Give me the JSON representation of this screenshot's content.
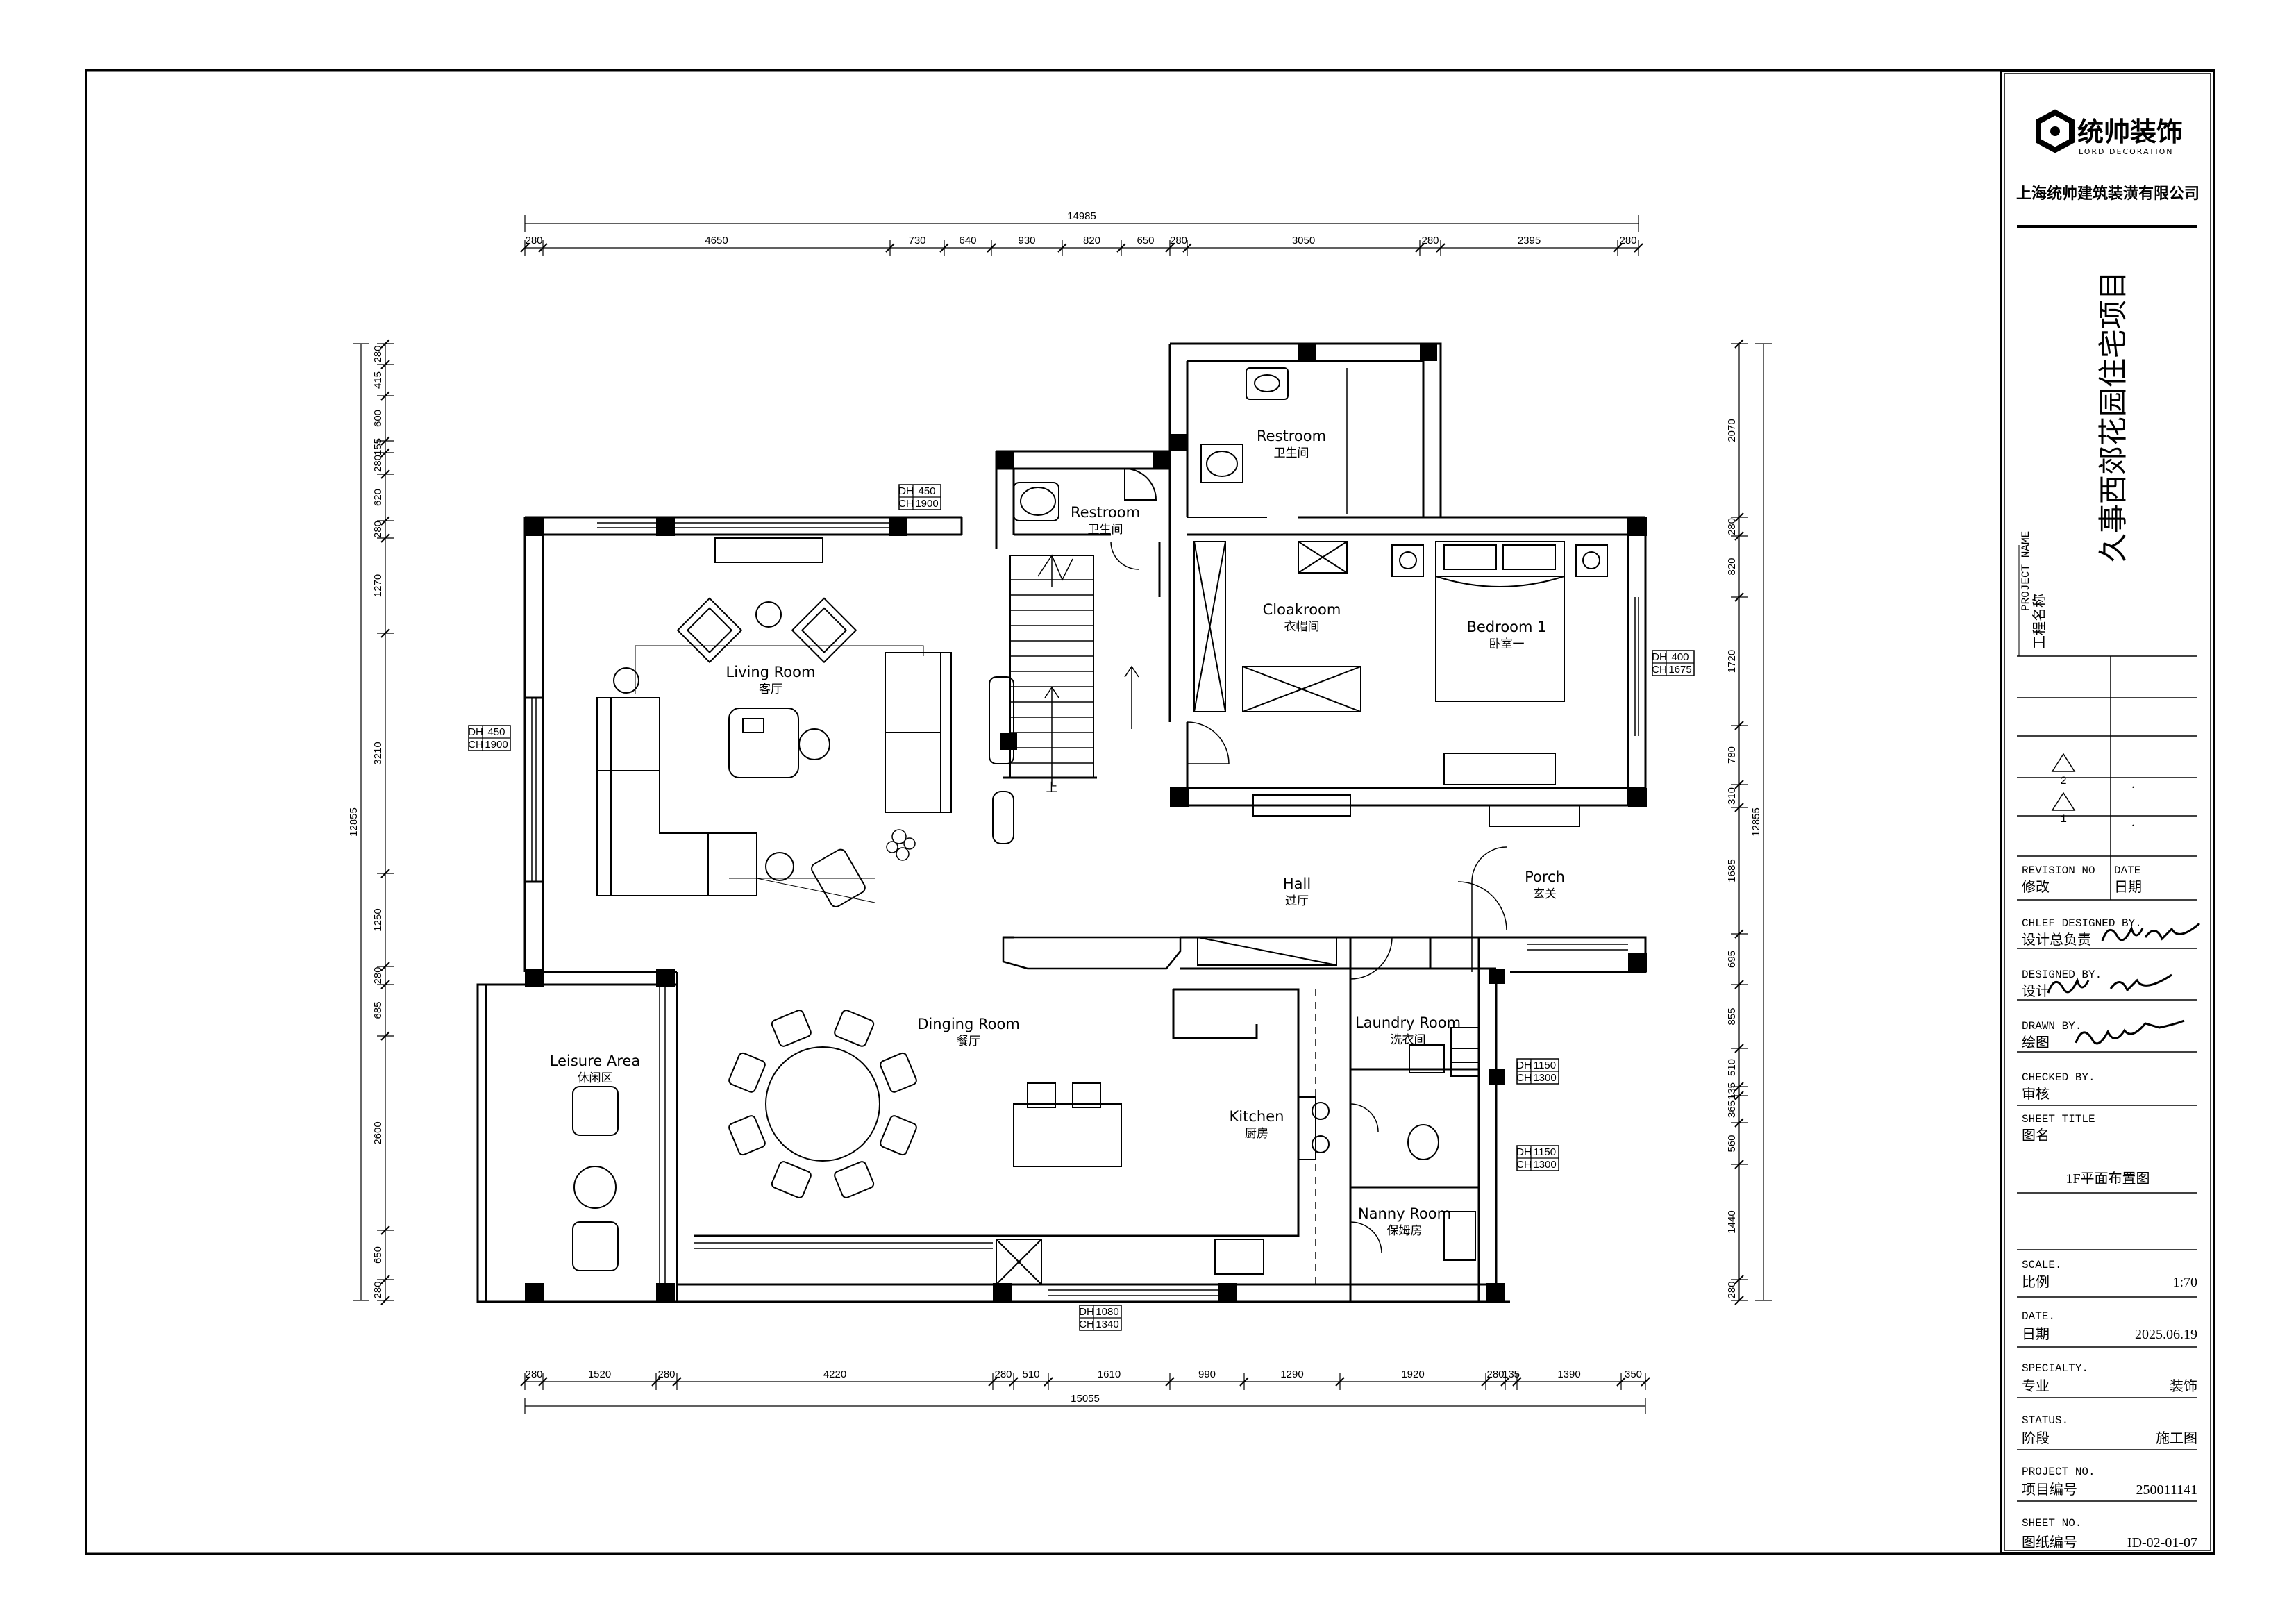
{
  "company": {
    "logo_text": "统帅装饰",
    "logo_sub": "LORD DECORATION",
    "name": "上海统帅建筑装潢有限公司"
  },
  "project": {
    "title": "久事西郊花园住宅项目",
    "label_en": "PROJECT NAME",
    "label_cn": "工程名称"
  },
  "revision": {
    "tri1": "2",
    "tri2": "1",
    "dot1": ".",
    "dot2": ".",
    "label_en": "REVISION NO",
    "label_cn": "修改",
    "date_en": "DATE",
    "date_cn": "日期"
  },
  "titleblock": {
    "chief_en": "CHLEF DESIGNED BY.",
    "chief_cn": "设计总负责",
    "designed_en": "DESIGNED BY.",
    "designed_cn": "设计",
    "drawn_en": "DRAWN BY.",
    "drawn_cn": "绘图",
    "checked_en": "CHECKED BY.",
    "checked_cn": "审核",
    "sheet_title_en": "SHEET TITLE",
    "sheet_title_cn": "图名",
    "sheet_title_value": "1F平面布置图",
    "scale_en": "SCALE.",
    "scale_cn": "比例",
    "scale_value": "1:70",
    "date_en": "DATE.",
    "date_cn": "日期",
    "date_value": "2025.06.19",
    "specialty_en": "SPECIALTY.",
    "specialty_cn": "专业",
    "specialty_value": "装饰",
    "status_en": "STATUS.",
    "status_cn": "阶段",
    "status_value": "施工图",
    "projno_en": "PROJECT NO.",
    "projno_cn": "项目编号",
    "projno_value": "250011141",
    "sheetno_en": "SHEET NO.",
    "sheetno_cn": "图纸编号",
    "sheetno_value": "ID-02-01-07"
  },
  "rooms": {
    "living": {
      "en": "Living Room",
      "cn": "客厅"
    },
    "restroom_a": {
      "en": "Restroom",
      "cn": "卫生间"
    },
    "restroom_b": {
      "en": "Restroom",
      "cn": "卫生间"
    },
    "cloak": {
      "en": "Cloakroom",
      "cn": "衣帽间"
    },
    "bedroom": {
      "en": "Bedroom 1",
      "cn": "卧室一"
    },
    "hall": {
      "en": "Hall",
      "cn": "过厅"
    },
    "porch": {
      "en": "Porch",
      "cn": "玄关"
    },
    "dining": {
      "en": "Dinging Room",
      "cn": "餐厅"
    },
    "leisure": {
      "en": "Leisure Area",
      "cn": "休闲区"
    },
    "kitchen": {
      "en": "Kitchen",
      "cn": "厨房"
    },
    "laundry": {
      "en": "Laundry Room",
      "cn": "洗衣间"
    },
    "nanny": {
      "en": "Nanny Room",
      "cn": "保姆房"
    }
  },
  "dims": {
    "top_total": "14985",
    "top": [
      "280",
      "4650",
      "730",
      "640",
      "930",
      "820",
      "650",
      "280",
      "3050",
      "280",
      "2395",
      "280"
    ],
    "bottom_total": "15055",
    "bottom": [
      "280",
      "1520",
      "280",
      "4220",
      "280",
      "510",
      "1610",
      "990",
      "1290",
      "1920",
      "280",
      "135",
      "1390",
      "350"
    ],
    "left_total": "12855",
    "left": [
      "280",
      "415",
      "600",
      "155",
      "280",
      "620",
      "280",
      "1270",
      "3210",
      "1250",
      "280",
      "685",
      "2600",
      "650",
      "280"
    ],
    "right_total": "12855",
    "right": [
      "2070",
      "280",
      "820",
      "1720",
      "780",
      "310",
      "1685",
      "695",
      "855",
      "510",
      "135",
      "365",
      "560",
      "1440",
      "280"
    ]
  },
  "windows": {
    "w1": {
      "dh": "DH",
      "dh_v": "450",
      "ch": "CH",
      "ch_v": "1900"
    },
    "w2": {
      "dh": "DH",
      "dh_v": "450",
      "ch": "CH",
      "ch_v": "1900"
    },
    "w3": {
      "dh": "DH",
      "dh_v": "400",
      "ch": "CH",
      "ch_v": "1675"
    },
    "w4": {
      "dh": "DH",
      "dh_v": "1080",
      "ch": "CH",
      "ch_v": "1340"
    },
    "w5": {
      "dh": "DH",
      "dh_v": "1150",
      "ch": "CH",
      "ch_v": "1300"
    },
    "w6": {
      "dh": "DH",
      "dh_v": "1150",
      "ch": "CH",
      "ch_v": "1300"
    }
  },
  "stair_mark": "上"
}
